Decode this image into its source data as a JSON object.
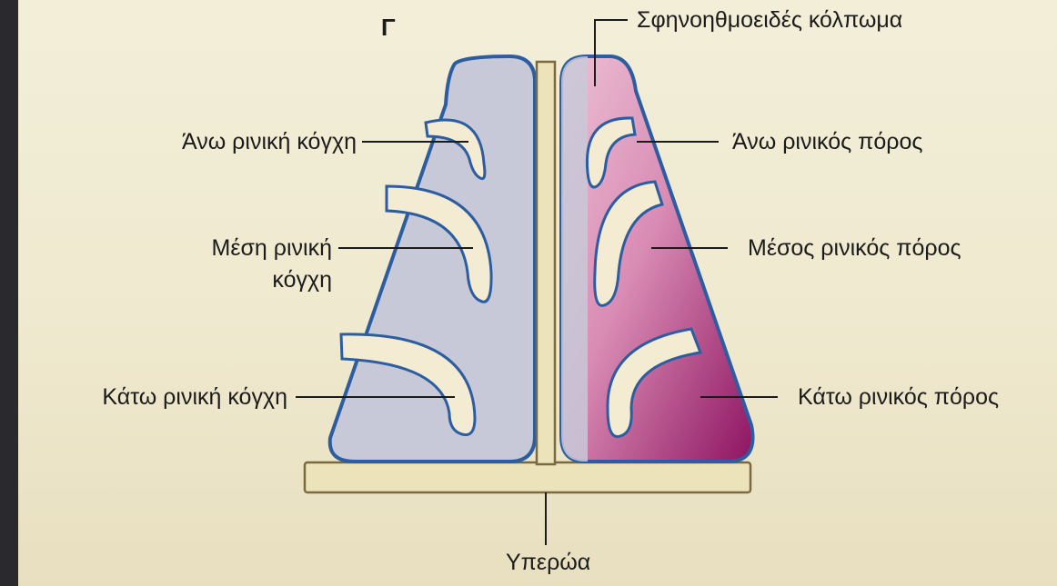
{
  "panel_letter": "Γ",
  "labels": {
    "sphenoethmoidal_recess": "Σφηνοηθμοειδές κόλπωμα",
    "superior_concha": "Άνω ρινική κόγχη",
    "superior_meatus": "Άνω ρινικός πόρος",
    "middle_concha_line1": "Μέση ρινική",
    "middle_concha_line2": "κόγχη",
    "middle_meatus": "Μέσος ρινικός πόρος",
    "inferior_concha": "Κάτω ρινική κόγχη",
    "inferior_meatus": "Κάτω ρινικός πόρος",
    "palate": "Υπερώα"
  },
  "colors": {
    "background": "#f1ecd4",
    "outline": "#2d5da1",
    "left_cavity_fill": "#c8c9d8",
    "meatus_light": "#e0a6c2",
    "meatus_dark": "#9c1c6a",
    "bone": "#ede3bb",
    "bone_outline": "#7a6a3e"
  }
}
